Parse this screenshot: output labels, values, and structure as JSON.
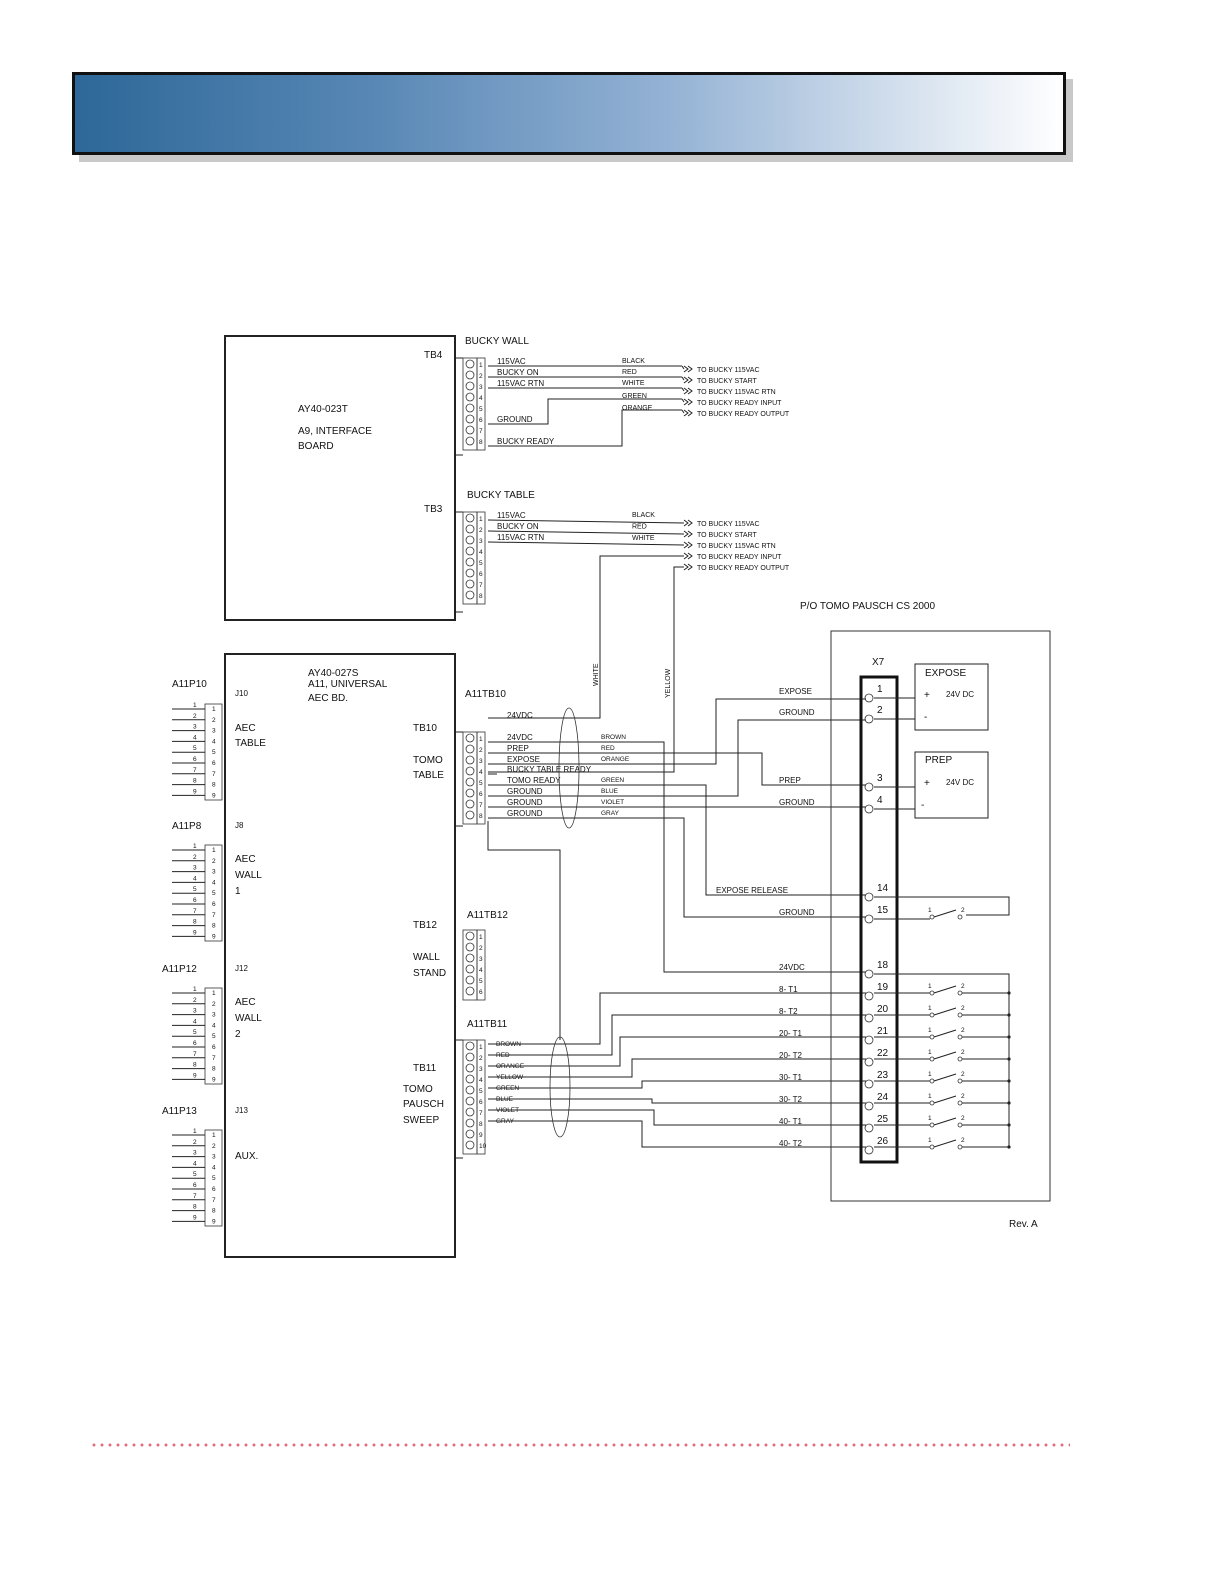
{
  "boards": {
    "a9": {
      "line1": "AY40-023T",
      "line2": "A9, INTERFACE",
      "line3": "BOARD",
      "tb4": "TB4",
      "tb3": "TB3"
    },
    "a11": {
      "line1": "AY40-027S",
      "line2": "A11, UNIVERSAL",
      "line3": "AEC BD.",
      "j10": "J10",
      "j8": "J8",
      "j12": "J12",
      "j13": "J13",
      "tb10": "TB10",
      "tb12": "TB12",
      "tb11": "TB11",
      "aec_table_1": "AEC",
      "aec_table_2": "TABLE",
      "aec_wall1_1": "AEC",
      "aec_wall1_2": "WALL",
      "aec_wall1_3": "1",
      "aec_wall2_1": "AEC",
      "aec_wall2_2": "WALL",
      "aec_wall2_3": "2",
      "aux": "AUX.",
      "tomo_table_1": "TOMO",
      "tomo_table_2": "TABLE",
      "wall_stand_1": "WALL",
      "wall_stand_2": "STAND",
      "tomo_sweep_1": "TOMO",
      "tomo_sweep_2": "PAUSCH",
      "tomo_sweep_3": "SWEEP"
    }
  },
  "connectors": {
    "a11p10": "A11P10",
    "a11p8": "A11P8",
    "a11p12": "A11P12",
    "a11p13": "A11P13",
    "pins": [
      "1",
      "2",
      "3",
      "4",
      "5",
      "6",
      "7",
      "8",
      "9"
    ]
  },
  "bucky_wall": {
    "title": "BUCKY WALL",
    "terminal_numbers": [
      "1",
      "2",
      "3",
      "4",
      "5",
      "6",
      "7",
      "8"
    ],
    "signals": [
      "115VAC",
      "BUCKY ON",
      "115VAC RTN",
      "GROUND",
      "BUCKY READY"
    ],
    "colors": [
      "BLACK",
      "RED",
      "WHITE",
      "GREEN",
      "ORANGE"
    ],
    "destinations": [
      "TO BUCKY 115VAC",
      "TO BUCKY START",
      "TO BUCKY 115VAC RTN",
      "TO BUCKY READY INPUT",
      "TO BUCKY READY OUTPUT"
    ]
  },
  "bucky_table": {
    "title": "BUCKY TABLE",
    "terminal_numbers": [
      "1",
      "2",
      "3",
      "4",
      "5",
      "6",
      "7",
      "8"
    ],
    "signals": [
      "115VAC",
      "BUCKY ON",
      "115VAC RTN"
    ],
    "colors": [
      "BLACK",
      "RED",
      "WHITE"
    ],
    "destinations": [
      "TO BUCKY 115VAC",
      "TO BUCKY START",
      "TO BUCKY 115VAC RTN",
      "TO BUCKY READY INPUT",
      "TO BUCKY READY OUTPUT"
    ]
  },
  "vertical_wire_labels": {
    "white": "WHITE",
    "yellow": "YELLOW"
  },
  "a11tb10": {
    "title": "A11TB10",
    "top_label": "24VDC",
    "terminal_numbers": [
      "1",
      "2",
      "3",
      "4",
      "5",
      "6",
      "7",
      "8"
    ],
    "signals": [
      "24VDC",
      "PREP",
      "EXPOSE",
      "BUCKY TABLE READY",
      "TOMO READY",
      "GROUND",
      "GROUND",
      "GROUND"
    ],
    "colors": [
      "BROWN",
      "RED",
      "ORANGE",
      "",
      "GREEN",
      "BLUE",
      "VIOLET",
      "GRAY"
    ]
  },
  "a11tb12": {
    "title": "A11TB12",
    "terminal_numbers": [
      "1",
      "2",
      "3",
      "4",
      "5",
      "6"
    ]
  },
  "a11tb11": {
    "title": "A11TB11",
    "terminal_numbers": [
      "1",
      "2",
      "3",
      "4",
      "5",
      "6",
      "7",
      "8",
      "9",
      "10"
    ],
    "colors": [
      "BROWN",
      "RED",
      "ORANGE",
      "YELLOW",
      "GREEN",
      "BLUE",
      "VIOLET",
      "GRAY"
    ]
  },
  "tomo": {
    "title": "P/O TOMO PAUSCH CS 2000",
    "x7": "X7",
    "expose_box": {
      "title": "EXPOSE",
      "plus": "+",
      "minus": "-",
      "voltage": "24V  DC"
    },
    "prep_box": {
      "title": "PREP",
      "plus": "+",
      "minus": "-",
      "voltage": "24V  DC"
    },
    "terminals": [
      "1",
      "2",
      "3",
      "4",
      "14",
      "15",
      "18",
      "19",
      "20",
      "21",
      "22",
      "23",
      "24",
      "25",
      "26"
    ],
    "signals": [
      "EXPOSE",
      "GROUND",
      "PREP",
      "GROUND",
      "EXPOSE RELEASE",
      "GROUND",
      "24VDC",
      "8- T1",
      "8- T2",
      "20- T1",
      "20- T2",
      "30- T1",
      "30- T2",
      "40- T1",
      "40- T2"
    ],
    "switch_pins": [
      "1",
      "2"
    ]
  },
  "revision": "Rev. A"
}
